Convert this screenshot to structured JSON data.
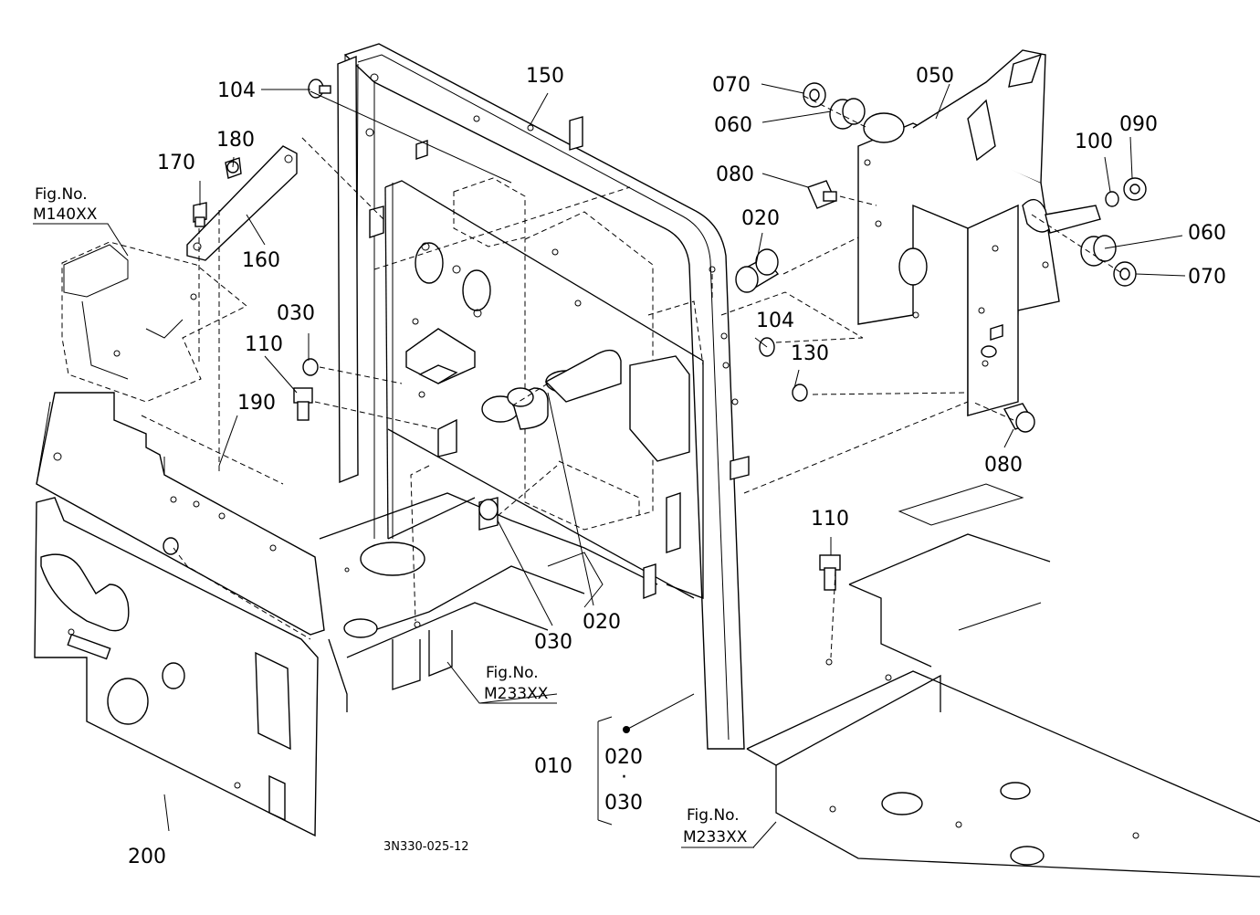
{
  "labels": {
    "p104a": "104",
    "p150": "150",
    "p070a": "070",
    "p050": "050",
    "p060a": "060",
    "p090": "090",
    "p100": "100",
    "p080a": "080",
    "p020a": "020",
    "p060b": "060",
    "p070b": "070",
    "p180": "180",
    "p170": "170",
    "p160": "160",
    "p104b": "104",
    "p130": "130",
    "p030a": "030",
    "p110a": "110",
    "p190": "190",
    "p080b": "080",
    "p110b": "110",
    "p020b": "020",
    "p030b": "030",
    "p010": "010",
    "p020c": "020",
    "dot": "·",
    "p030c": "030",
    "p200": "200"
  },
  "figrefs": {
    "fig1_title": "Fig.No.",
    "fig1_code": "M140XX",
    "fig2_title": "Fig.No.",
    "fig2_code": "M233XX",
    "fig3_title": "Fig.No.",
    "fig3_code": "M233XX"
  },
  "drawing_code": "3N330-025-12"
}
